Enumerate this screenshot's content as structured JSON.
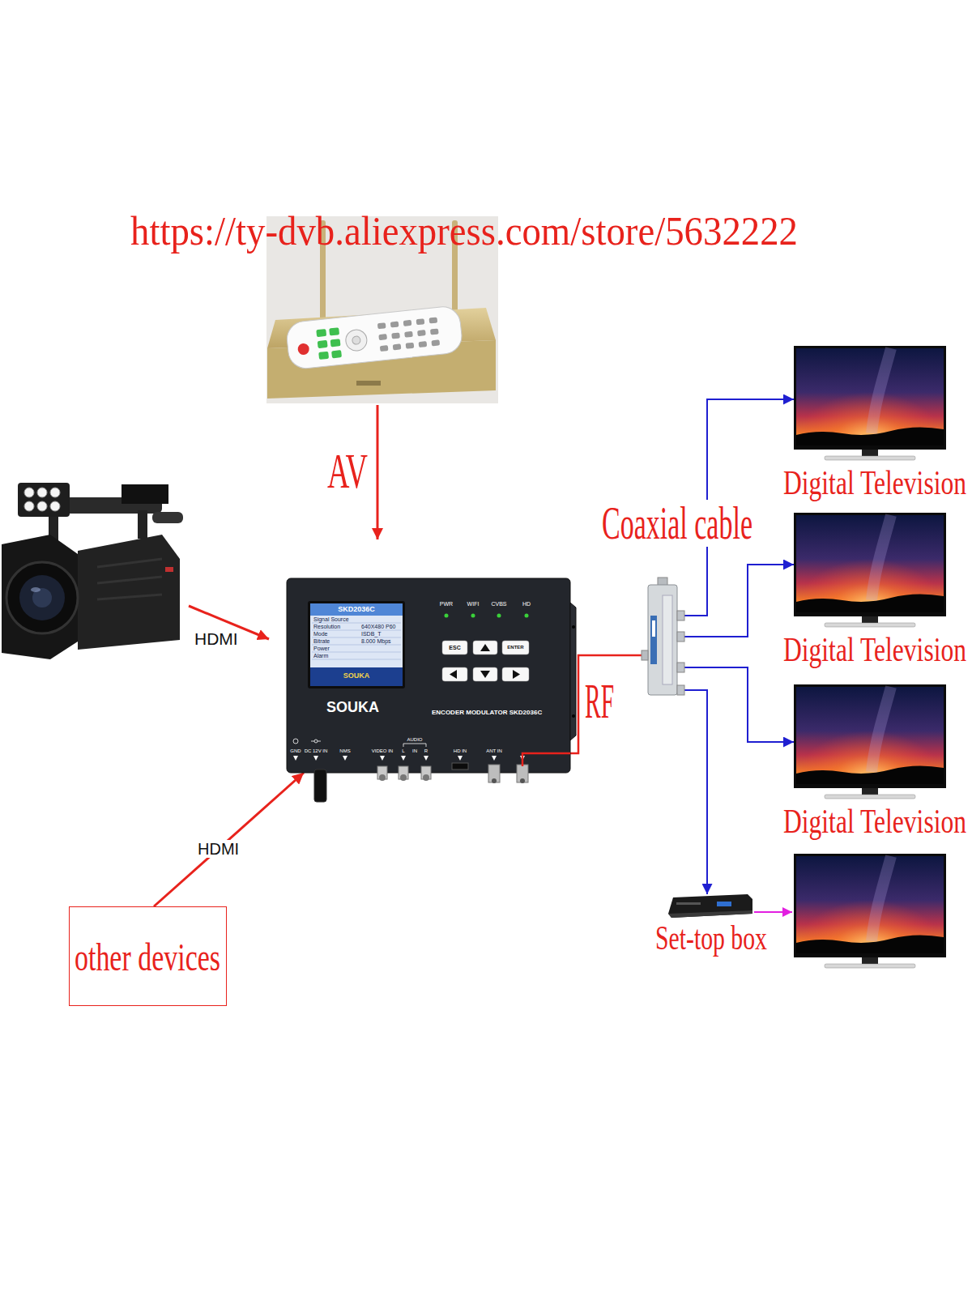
{
  "diagram": {
    "nodes": [
      {
        "text": [
          "SOUKA",
          "ENCODER MODULATOR SKD2036C"
        ]
      },
      {
        "text": [
          "other devices"
        ]
      },
      {
        "text": [
          "Digital Television"
        ]
      },
      {
        "text": [
          "Digital Television"
        ]
      },
      {
        "text": [
          "Digital Television"
        ]
      },
      {
        "text": [
          "Set-top box"
        ]
      }
    ],
    "edges": [
      {
        "from": 1,
        "to": 0,
        "label": "HDMI",
        "arrow": "to"
      },
      {
        "from": 0,
        "to": 2,
        "arrow": "to"
      },
      {
        "from": 0,
        "to": 3,
        "arrow": "to"
      },
      {
        "from": 0,
        "to": 4,
        "arrow": "to"
      },
      {
        "from": 0,
        "to": 5,
        "arrow": "to"
      }
    ],
    "labels": [
      "https://ty-dvb.aliexpress.com/store/5632222",
      "AV",
      "HDMI",
      "RF",
      "Coaxial cable",
      "SKD2036C",
      "Signal Source",
      "Resolution",
      "640X480 P60",
      "Mode",
      "ISDB_T",
      "Bitrate",
      "8.000 Mbps",
      "Power",
      "Alarm",
      "SOUKA",
      "PWR",
      "WIFI",
      "CVBS",
      "HD",
      "ESC",
      "ENTER",
      "GND",
      "DC 12V IN",
      "NMS",
      "VIDEO IN",
      "AUDIO",
      "L",
      "IN",
      "R",
      "HD IN",
      "ANT IN"
    ]
  }
}
